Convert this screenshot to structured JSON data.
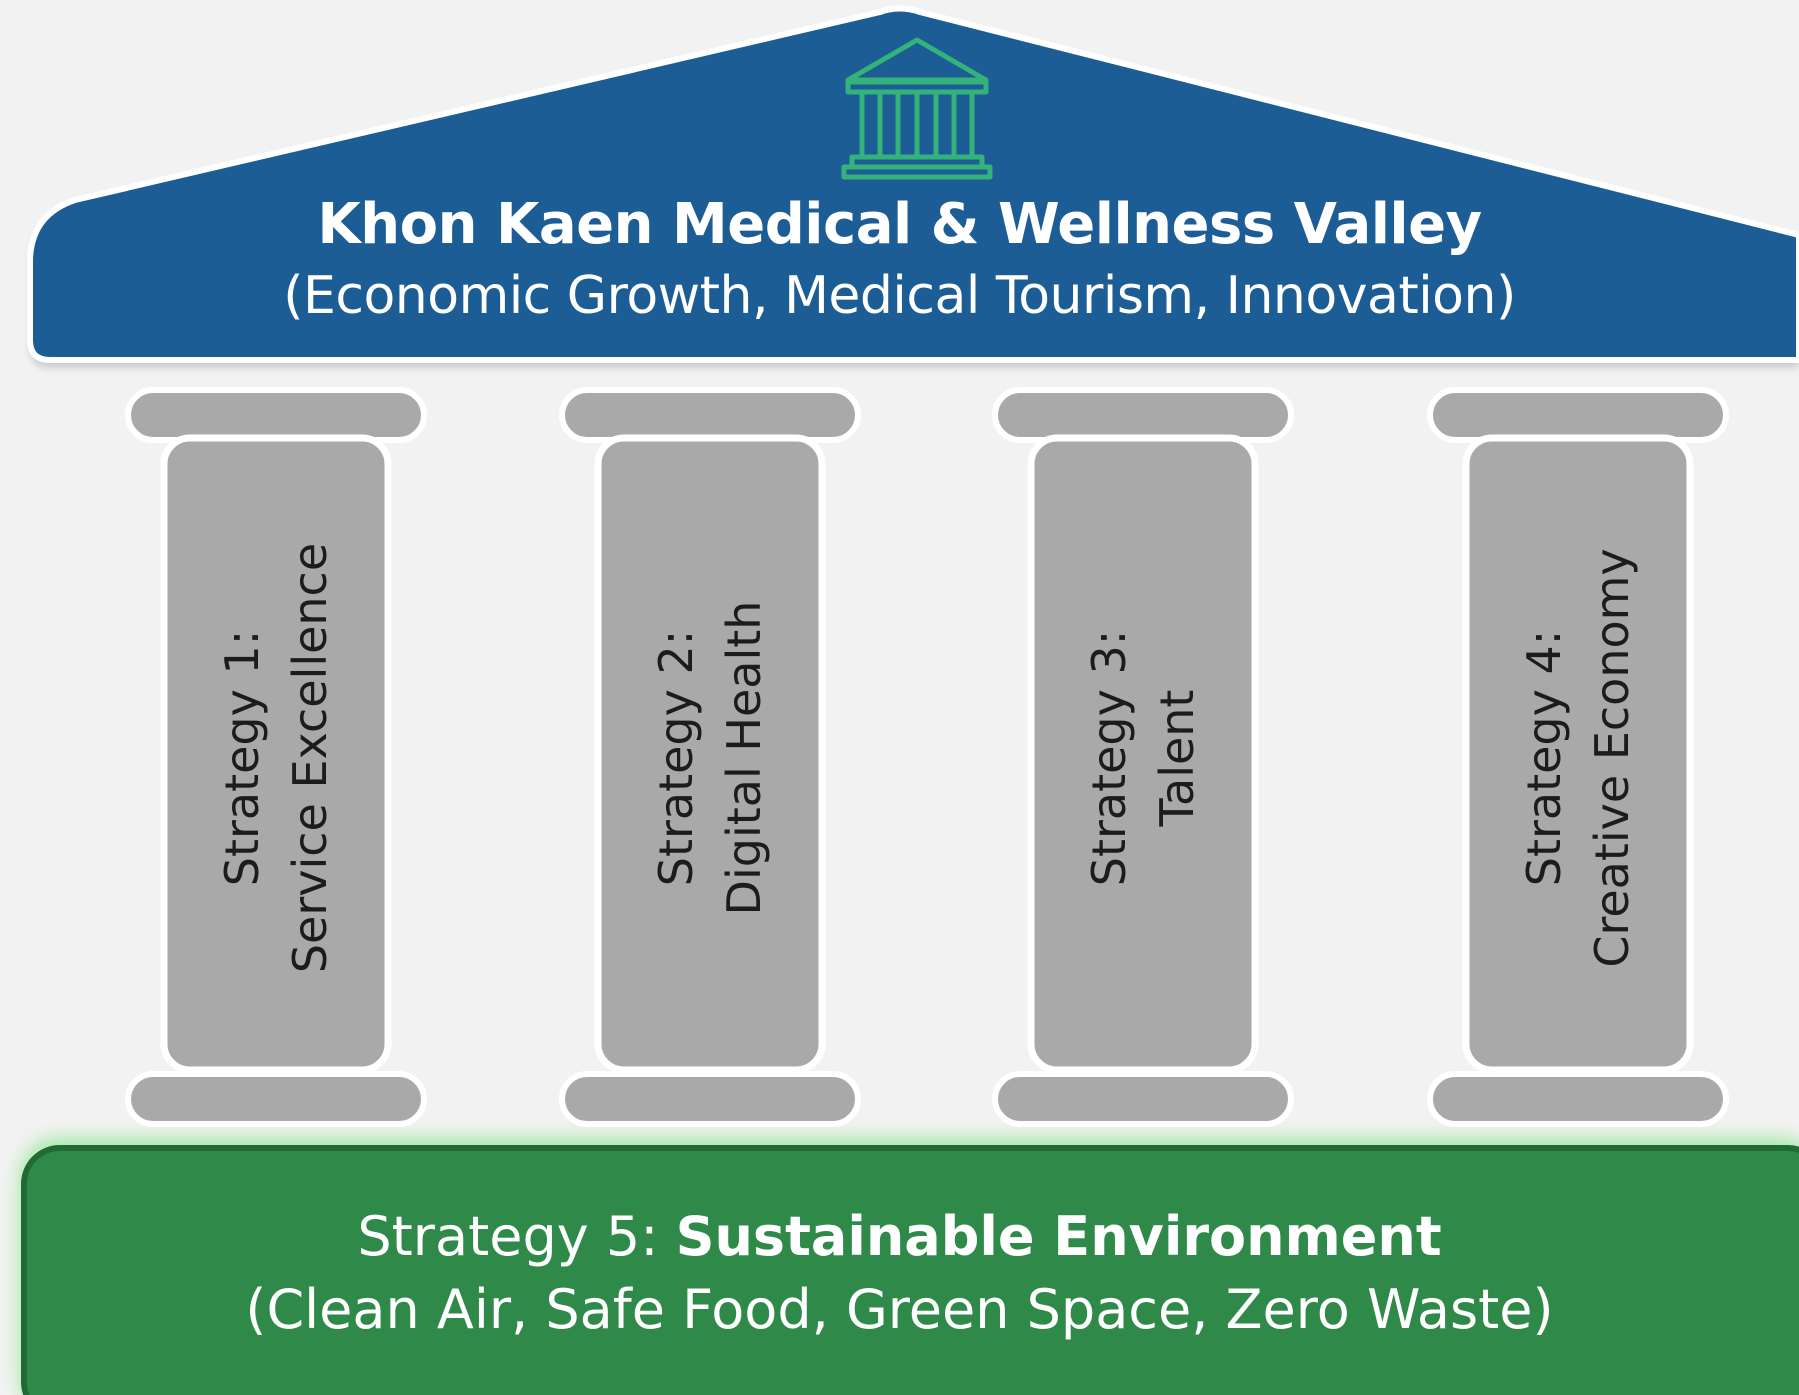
{
  "roof": {
    "title": "Khon Kaen Medical & Wellness Valley",
    "subtitle": "(Economic Growth, Medical Tourism, Innovation)",
    "icon": "classical-building-icon"
  },
  "pillars": [
    {
      "line1": "Strategy 1:",
      "line2": "Service Excellence"
    },
    {
      "line1": "Strategy 2:",
      "line2": "Digital Health"
    },
    {
      "line1": "Strategy 3:",
      "line2": "Talent"
    },
    {
      "line1": "Strategy 4:",
      "line2": "Creative Economy"
    }
  ],
  "base": {
    "prefix": "Strategy 5: ",
    "title": "Sustainable Environment",
    "subtitle": "(Clean Air, Safe Food, Green Space, Zero Waste)"
  },
  "colors": {
    "roof": "#1d5d96",
    "roof_edge": "#134a7c",
    "icon": "#33b37a",
    "pillar": "#a9a9a9",
    "pillar_outline": "#ffffff",
    "base": "#2f8a4a",
    "base_edge": "#1f6b33",
    "base_glow": "#7de27f"
  }
}
